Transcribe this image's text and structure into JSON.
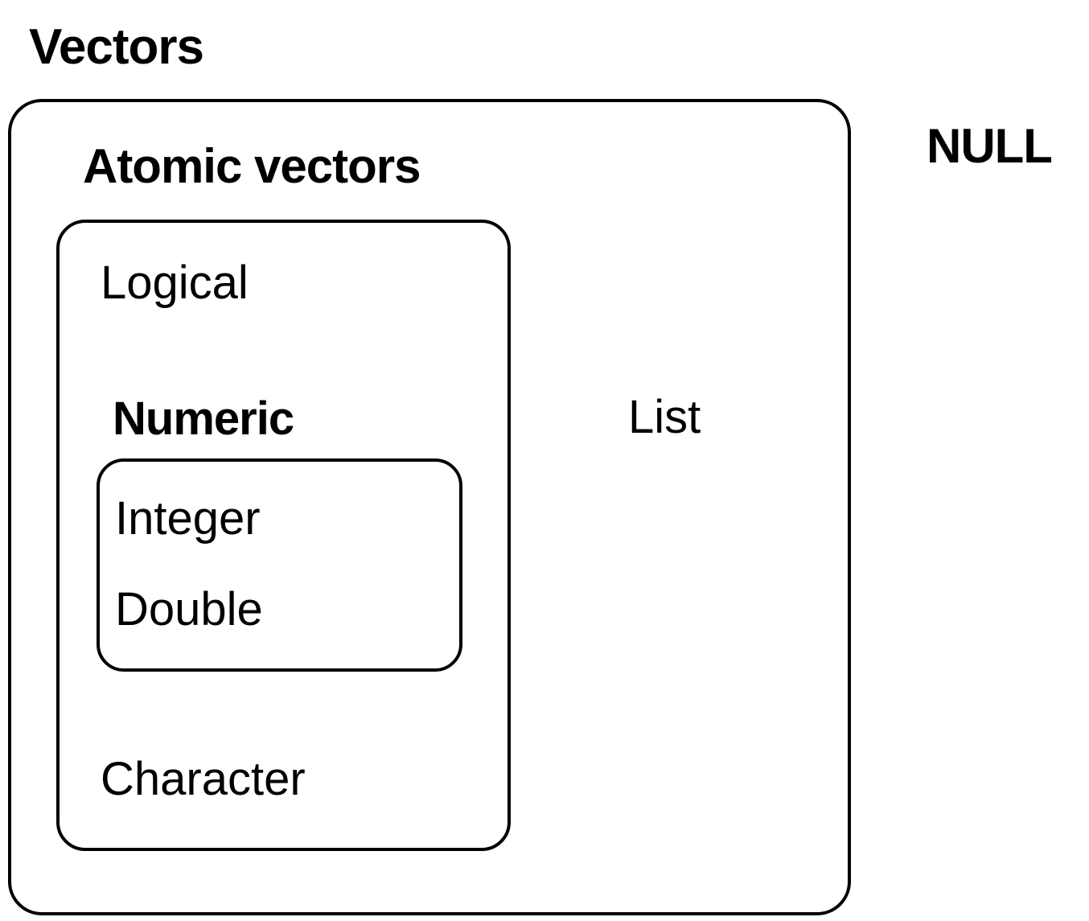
{
  "diagram": {
    "title": "Vectors",
    "null_label": "NULL",
    "outer_box": {
      "list_label": "List",
      "atomic_box": {
        "title": "Atomic vectors",
        "items": {
          "logical": "Logical",
          "numeric": "Numeric",
          "integer": "Integer",
          "double": "Double",
          "character": "Character"
        }
      }
    },
    "colors": {
      "stroke": "#000000",
      "background": "#ffffff",
      "text": "#000000"
    }
  }
}
